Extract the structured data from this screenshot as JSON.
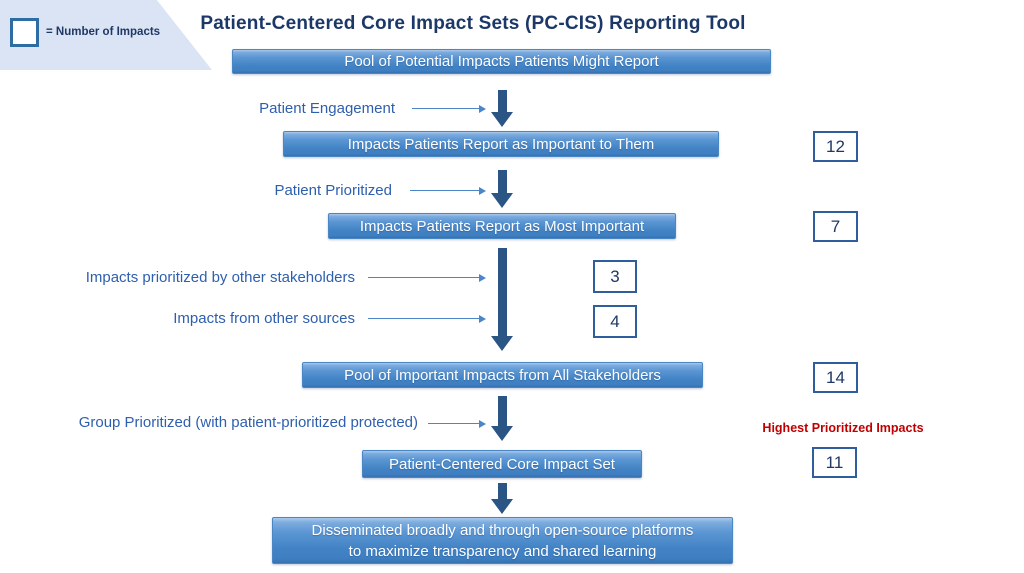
{
  "title": "Patient-Centered Core Impact Sets (PC-CIS) Reporting Tool",
  "legend": {
    "label": "= Number of Impacts"
  },
  "flow": {
    "bars": [
      {
        "label": "Pool of Potential Impacts Patients Might Report"
      },
      {
        "label": "Impacts Patients Report as Important to Them",
        "count": 12
      },
      {
        "label": "Impacts Patients Report as Most Important",
        "count": 7
      },
      {
        "label": "Pool of Important Impacts from All Stakeholders",
        "count": 14
      },
      {
        "label": "Patient-Centered Core Impact Set",
        "count": 11
      },
      {
        "label_line1": "Disseminated broadly and through open-source platforms",
        "label_line2": "to maximize transparency and shared learning"
      }
    ],
    "side_labels": [
      {
        "text": "Patient Engagement"
      },
      {
        "text": "Patient Prioritized"
      },
      {
        "text": "Impacts prioritized by other stakeholders",
        "count": 3
      },
      {
        "text": "Impacts from other sources",
        "count": 4
      },
      {
        "text": "Group Prioritized (with patient-prioritized protected)"
      }
    ],
    "highlight_label": "Highest Prioritized Impacts"
  },
  "colors": {
    "bar_gradient_top": "#a9c9ec",
    "bar_gradient_bottom": "#3671b0",
    "big_arrow": "#2b5585",
    "thin_arrow": "#4a86c8",
    "side_label_blue": "#2e5fae",
    "title_navy": "#1c3868",
    "count_box_border": "#2e5e9e",
    "count_text": "#1f3864",
    "highlight_red": "#c00000",
    "legend_fill": "#dbe4f4",
    "legend_box_border": "#2e6da4"
  }
}
